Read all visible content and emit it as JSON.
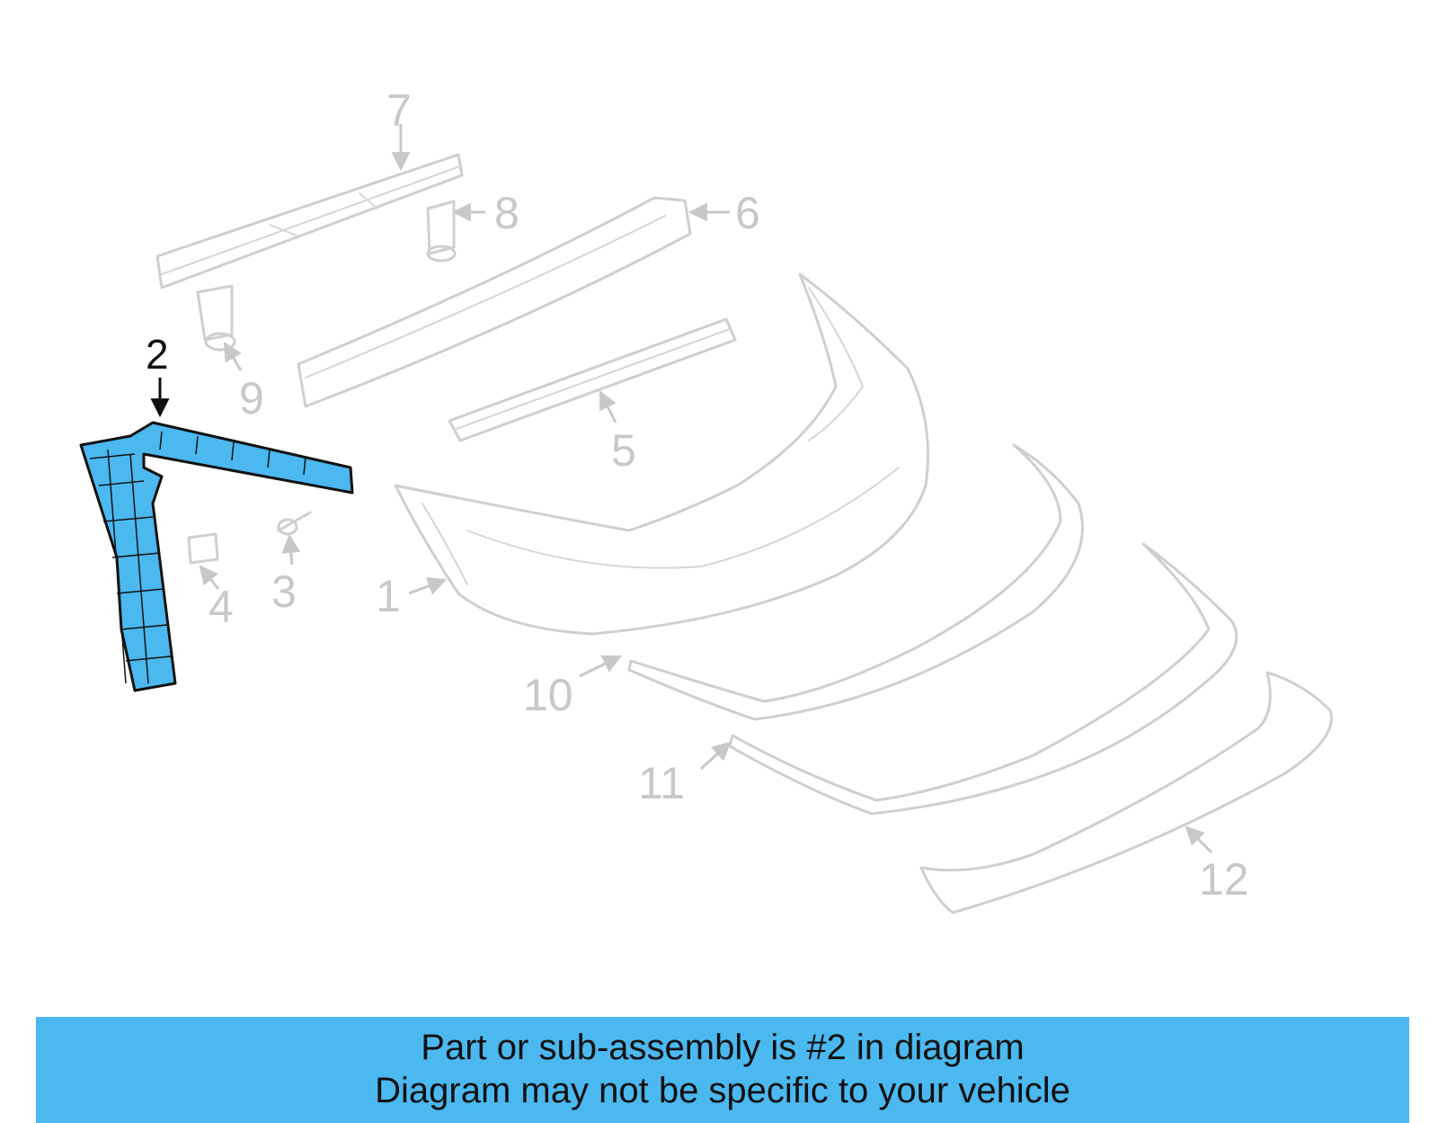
{
  "diagram": {
    "highlight_color": "#4bb8f0",
    "highlighted_part": "2",
    "callouts": [
      "1",
      "2",
      "3",
      "4",
      "5",
      "6",
      "7",
      "8",
      "9",
      "10",
      "11",
      "12"
    ]
  },
  "banner": {
    "background": "#4bb8f0",
    "line1": "Part or sub-assembly is #2 in diagram",
    "line2": "Diagram may not be specific to your vehicle"
  }
}
